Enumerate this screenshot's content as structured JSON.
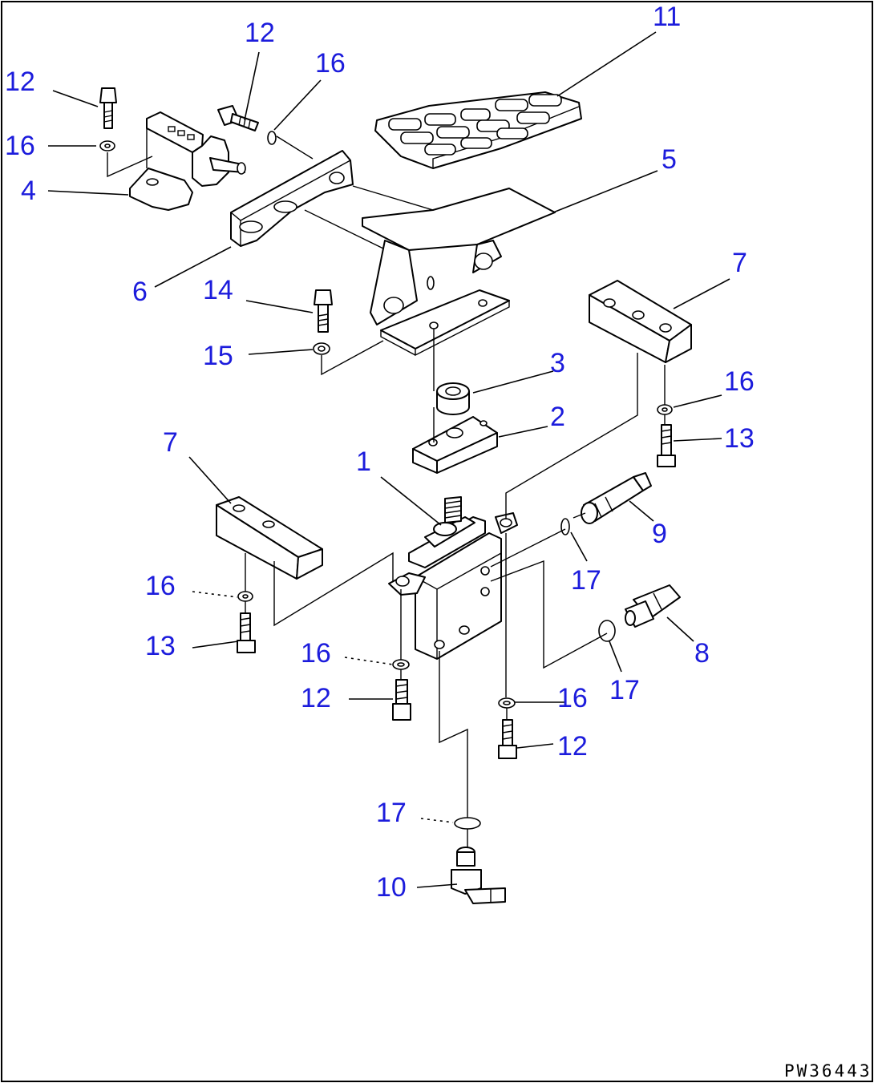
{
  "figure_code": "PW36443",
  "callouts": {
    "c11": "11",
    "c12a": "12",
    "c16a": "16",
    "c12b": "12",
    "c16b": "16",
    "c4": "4",
    "c5": "5",
    "c6": "6",
    "c14": "14",
    "c15": "15",
    "c7a": "7",
    "c3": "3",
    "c16c": "16",
    "c2": "2",
    "c13a": "13",
    "c7b": "7",
    "c1": "1",
    "c9": "9",
    "c17a": "17",
    "c16d": "16",
    "c13b": "13",
    "c8": "8",
    "c16e": "16",
    "c17b": "17",
    "c12c": "12",
    "c16f": "16",
    "c12d": "12",
    "c17c": "17",
    "c10": "10"
  },
  "colors": {
    "callout": "#1c1cdc",
    "line": "#000000",
    "background": "#ffffff"
  }
}
